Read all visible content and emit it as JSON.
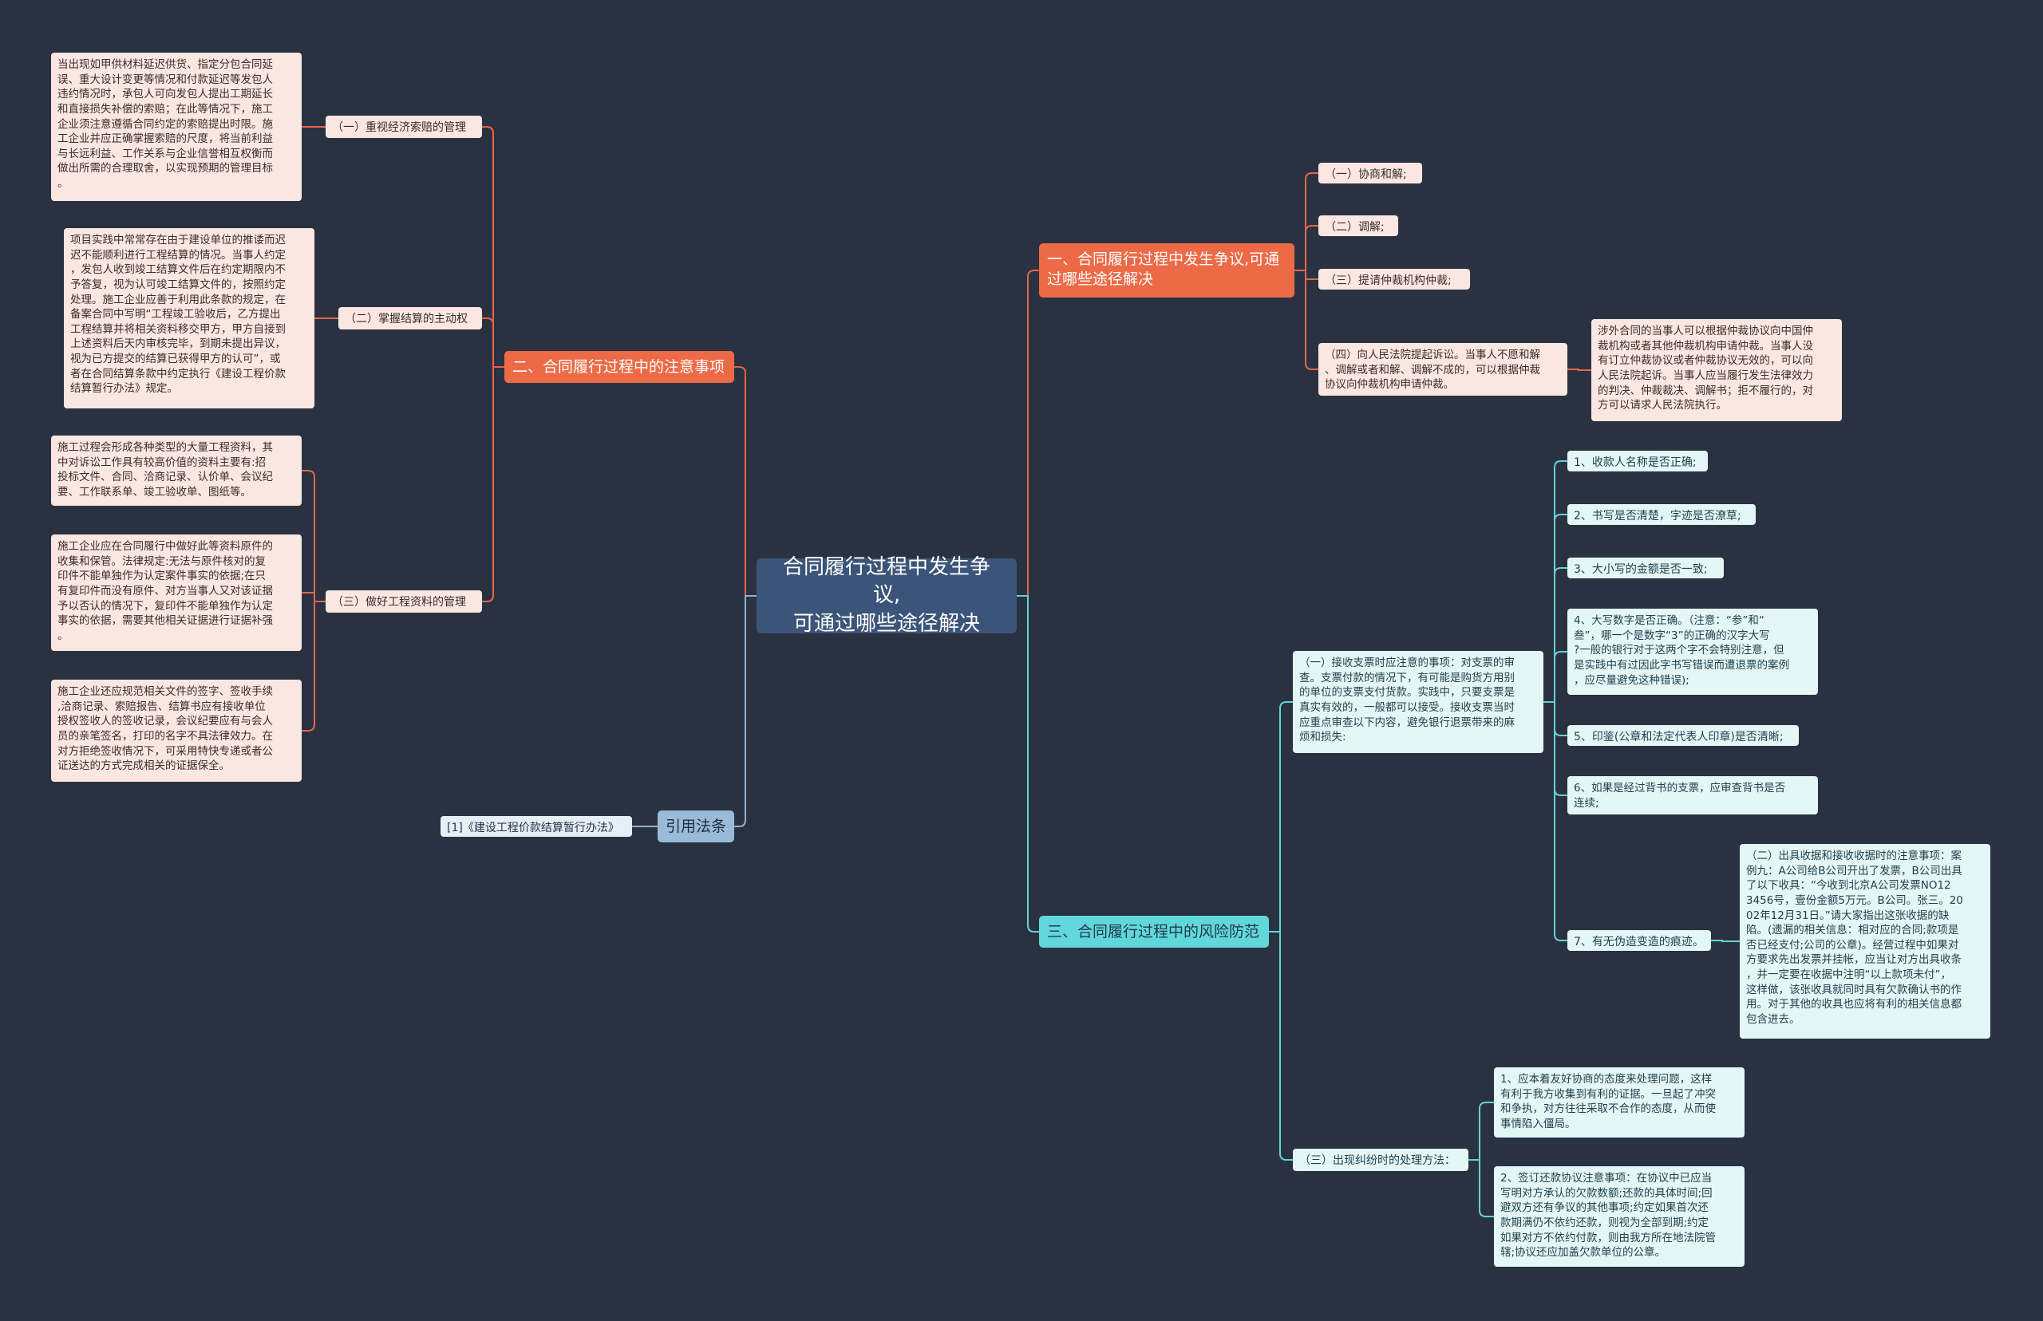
{
  "colors": {
    "background": "#2a3241",
    "root": "#3b5479",
    "branch_red": "#ed6a47",
    "branch_teal": "#62d7db",
    "branch_blue": "#99bbd8",
    "line_red": "#e5664a",
    "line_teal": "#62d3d8",
    "line_blue": "#8fb3d3"
  },
  "root": {
    "label": "合同履行过程中发生争议,\n可通过哪些途径解决"
  },
  "branch1": {
    "label": "一、合同履行过程中发生争议,可通\n过哪些途径解决",
    "items": {
      "a": "（一）协商和解;",
      "b": "（二）调解;",
      "c": "（三）提请仲裁机构仲裁;",
      "d": "（四）向人民法院提起诉讼。当事人不愿和解\n、调解或者和解、调解不成的，可以根据仲裁\n协议向仲裁机构申请仲裁。",
      "d_note": "涉外合同的当事人可以根据仲裁协议向中国仲\n裁机构或者其他仲裁机构申请仲裁。当事人没\n有订立仲裁协议或者仲裁协议无效的，可以向\n人民法院起诉。当事人应当履行发生法律效力\n的判决、仲裁裁决、调解书；拒不履行的，对\n方可以请求人民法院执行。"
    }
  },
  "branch2": {
    "label": "二、合同履行过程中的注意事项",
    "items": {
      "a": "（一）重视经济索赔的管理",
      "a_note": "当出现如甲供材料延迟供货、指定分包合同延\n误、重大设计变更等情况和付款延迟等发包人\n违约情况时，承包人可向发包人提出工期延长\n和直接损失补偿的索赔；在此等情况下，施工\n企业须注意遵循合同约定的索赔提出时限。施\n工企业并应正确掌握索赔的尺度，将当前利益\n与长远利益、工作关系与企业信誉相互权衡而\n做出所需的合理取舍，以实现预期的管理目标\n。",
      "b": "（二）掌握结算的主动权",
      "b_note": "项目实践中常常存在由于建设单位的推诿而迟\n迟不能顺利进行工程结算的情况。当事人约定\n，发包人收到竣工结算文件后在约定期限内不\n予答复，视为认可竣工结算文件的，按照约定\n处理。施工企业应善于利用此条款的规定，在\n备案合同中写明“工程竣工验收后，乙方提出\n工程结算并将相关资料移交甲方，甲方自接到\n上述资料后天内审核完毕，到期未提出异议，\n视为已方提交的结算已获得甲方的认可”，或\n者在合同结算条款中约定执行《建设工程价款\n结算暂行办法》规定。",
      "c": "（三）做好工程资料的管理",
      "c_note1": "施工过程会形成各种类型的大量工程资料，其\n中对诉讼工作具有较高价值的资料主要有:招\n投标文件、合同、洽商记录、认价单、会议纪\n要、工作联系单、竣工验收单、图纸等。",
      "c_note2": "施工企业应在合同履行中做好此等资料原件的\n收集和保管。法律规定:无法与原件核对的复\n印件不能单独作为认定案件事实的依据;在只\n有复印件而没有原件、对方当事人又对该证据\n予以否认的情况下，复印件不能单独作为认定\n事实的依据，需要其他相关证据进行证据补强\n。",
      "c_note3": "施工企业还应规范相关文件的签字、签收手续\n,洽商记录、索赔报告、结算书应有接收单位\n授权签收人的签收记录，会议纪要应有与会人\n员的亲笔签名，打印的名字不具法律效力。在\n对方拒绝签收情况下，可采用特快专递或者公\n证送达的方式完成相关的证据保全。"
    }
  },
  "branch3": {
    "label": "三、合同履行过程中的风险防范",
    "items": {
      "a": "（一）接收支票时应注意的事项：对支票的审\n查。支票付款的情况下，有可能是购货方用别\n的单位的支票支付货款。实践中，只要支票是\n真实有效的，一般都可以接受。接收支票当时\n应重点审查以下内容，避免银行退票带来的麻\n烦和损失:",
      "a1": "1、收款人名称是否正确;",
      "a2": "2、书写是否清楚，字迹是否潦草;",
      "a3": "3、大小写的金额是否一致;",
      "a4": "4、大写数字是否正确。（注意：“参”和“\n叁”，哪一个是数字“3”的正确的汉字大写\n?一般的银行对于这两个字不会特别注意，但\n是实践中有过因此字书写错误而遭退票的案例\n，应尽量避免这种错误);",
      "a5": "5、印鉴(公章和法定代表人印章)是否清晰;",
      "a6": "6、如果是经过背书的支票，应审查背书是否\n连续;",
      "a7": "7、有无伪造变造的痕迹。",
      "a7_note": "（二）出具收据和接收收据时的注意事项：案\n例九：A公司给B公司开出了发票，B公司出具\n了以下收具：“今收到北京A公司发票NO12\n3456号，壹份金额5万元。B公司。张三。20\n02年12月31日。”请大家指出这张收据的缺\n陷。(遗漏的相关信息：相对应的合同;款项是\n否已经支付;公司的公章)。经营过程中如果对\n方要求先出发票并挂帐，应当让对方出具收条\n，并一定要在收据中注明“以上款项未付”，\n这样做，该张收具就同时具有欠款确认书的作\n用。对于其他的收具也应将有利的相关信息都\n包含进去。",
      "b": "（三）出现纠纷时的处理方法：",
      "b1": "1、应本着友好协商的态度来处理问题，这样\n有利于我方收集到有利的证据。一旦起了冲突\n和争执，对方往往采取不合作的态度，从而使\n事情陷入僵局。",
      "b2": "2、签订还款协议注意事项：在协议中已应当\n写明对方承认的欠款数额;还款的具体时间;回\n避双方还有争议的其他事项;约定如果首次还\n款期满仍不依约还款，则视为全部到期;约定\n如果对方不依约付款，则由我方所在地法院管\n辖;协议还应加盖欠款单位的公章。"
    }
  },
  "branch4": {
    "label": "引用法条",
    "items": {
      "a": "[1]《建设工程价款结算暂行办法》"
    }
  }
}
